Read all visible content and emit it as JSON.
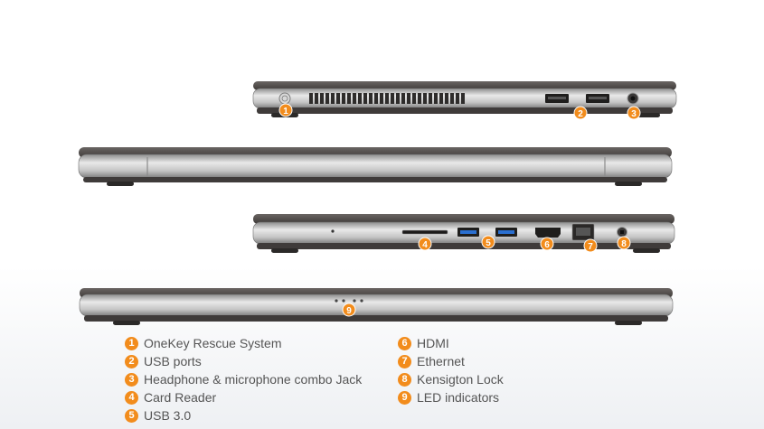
{
  "callout_numbers": [
    "1",
    "2",
    "3",
    "4",
    "5",
    "6",
    "7",
    "8",
    "9"
  ],
  "legend": {
    "left": [
      {
        "num": "1",
        "label": "OneKey Rescue System"
      },
      {
        "num": "2",
        "label": "USB ports"
      },
      {
        "num": "3",
        "label": "Headphone & microphone combo Jack"
      },
      {
        "num": "4",
        "label": "Card Reader"
      },
      {
        "num": "5",
        "label": "USB 3.0"
      }
    ],
    "right": [
      {
        "num": "6",
        "label": "HDMI"
      },
      {
        "num": "7",
        "label": "Ethernet"
      },
      {
        "num": "8",
        "label": "Kensigton Lock"
      },
      {
        "num": "9",
        "label": "LED indicators"
      }
    ]
  },
  "colors": {
    "callout": "#f28c1c",
    "usb3": "#2a6fd0",
    "body_dark": "#4a4645",
    "body_silver": "#c9c9c9"
  }
}
